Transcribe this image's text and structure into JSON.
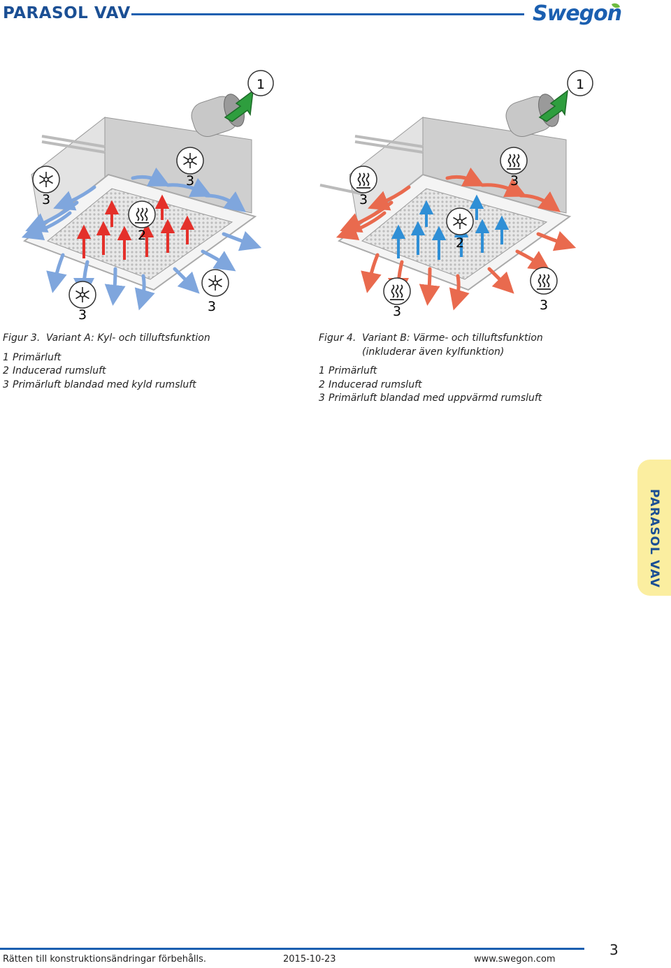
{
  "header": {
    "title": "PARASOL VAV",
    "logo": "Swegon"
  },
  "figure_a": {
    "labels": {
      "primary": "1",
      "induced": "2",
      "mixed_top_left": "3",
      "mixed_top_mid": "3",
      "mixed_bottom_left": "3",
      "mixed_bottom_right": "3"
    },
    "caption_fig": "Figur 3.",
    "caption_title": "Variant A: Kyl- och tilluftsfunktion",
    "legend": [
      {
        "num": "1",
        "text": "Primärluft"
      },
      {
        "num": "2",
        "text": "Inducerad rumsluft"
      },
      {
        "num": "3",
        "text": "Primärluft blandad med kyld rumsluft"
      }
    ]
  },
  "figure_b": {
    "labels": {
      "primary": "1",
      "induced": "2",
      "mixed_top_left": "3",
      "mixed_top_mid": "3",
      "mixed_bottom_left": "3",
      "mixed_bottom_right": "3"
    },
    "caption_fig": "Figur 4.",
    "caption_title": "Variant B: Värme- och tilluftsfunktion\n(inkluderar även kylfunktion)",
    "legend": [
      {
        "num": "1",
        "text": "Primärluft"
      },
      {
        "num": "2",
        "text": "Inducerad rumsluft"
      },
      {
        "num": "3",
        "text": "Primärluft blandad med uppvärmd rumsluft"
      }
    ]
  },
  "side_tab": "PARASOL VAV",
  "footer": {
    "disclaimer": "Rätten till konstruktionsändringar förbehålls.",
    "date": "2015-10-23",
    "website": "www.swegon.com",
    "page": "3"
  },
  "colors": {
    "brand_blue": "#1b5fb0",
    "cool_air": "#7fa6dd",
    "warm_air": "#e4302a",
    "arrow_green": "#2e9e3e",
    "tab_yellow": "#fbeea0"
  },
  "icons": {
    "cooling": "snowflake-icon",
    "heating": "heat-waves-icon",
    "primary_air": "green-arrow-icon"
  }
}
